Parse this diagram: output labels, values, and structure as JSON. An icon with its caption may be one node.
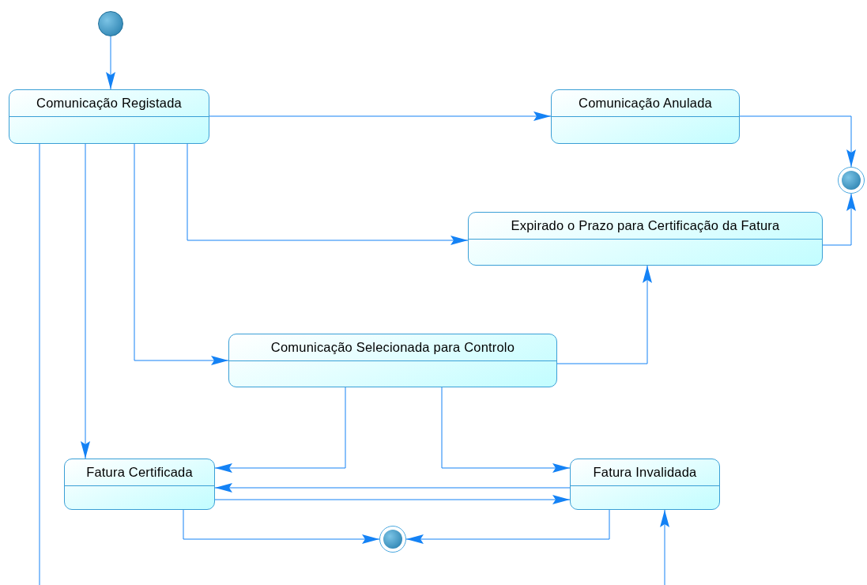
{
  "diagram": {
    "nodes": [
      {
        "text": [],
        "shape": "circle"
      },
      {
        "text": [
          "Comunicação Registada"
        ]
      },
      {
        "text": [
          "Comunicação Anulada"
        ]
      },
      {
        "text": [],
        "shape": "circle"
      },
      {
        "text": [
          "Expirado o Prazo para Certificação da Fatura"
        ]
      },
      {
        "text": [
          "Comunicação Selecionada para Controlo"
        ]
      },
      {
        "text": [
          "Fatura Certificada"
        ]
      },
      {
        "text": [
          "Fatura Invalidada"
        ]
      },
      {
        "text": [],
        "shape": "circle"
      }
    ],
    "edges": [
      {
        "from": 0,
        "to": 1,
        "arrow": "to"
      },
      {
        "from": 1,
        "to": 2,
        "arrow": "to"
      },
      {
        "from": 2,
        "to": 3,
        "arrow": "to"
      },
      {
        "from": 1,
        "to": 4,
        "arrow": "to"
      },
      {
        "from": 4,
        "to": 3,
        "arrow": "to"
      },
      {
        "from": 1,
        "to": 5,
        "arrow": "to"
      },
      {
        "from": 5,
        "to": 4,
        "arrow": "to"
      },
      {
        "from": 1,
        "to": 6,
        "arrow": "to"
      },
      {
        "from": 5,
        "to": 6,
        "arrow": "to"
      },
      {
        "from": 5,
        "to": 7,
        "arrow": "to"
      },
      {
        "from": 7,
        "to": 6,
        "arrow": "to"
      },
      {
        "from": 6,
        "to": 7,
        "arrow": "to"
      },
      {
        "from": 6,
        "to": 8,
        "arrow": "to"
      },
      {
        "from": 7,
        "to": 8,
        "arrow": "to"
      },
      {
        "from": 1,
        "to": null,
        "arrow": "none"
      },
      {
        "from": null,
        "to": 7,
        "arrow": "to"
      }
    ]
  }
}
